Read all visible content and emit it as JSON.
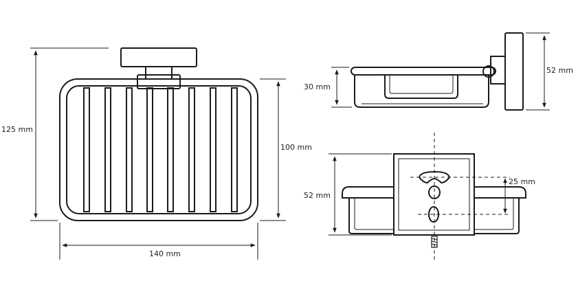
{
  "dimensions": {
    "front_height": "125 mm",
    "front_basket_height": "100 mm",
    "front_width": "140 mm",
    "side_depth": "30 mm",
    "side_plate_height": "52 mm",
    "back_plate_height": "52 mm",
    "back_hole_spacing": "25 mm"
  }
}
